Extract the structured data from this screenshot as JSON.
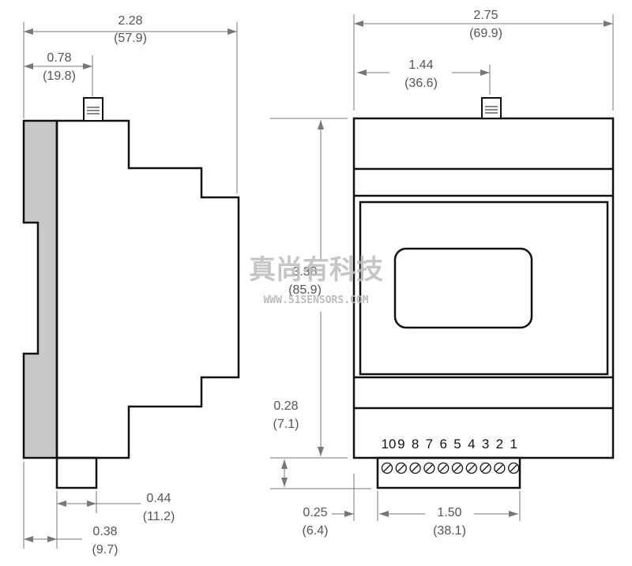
{
  "side_view": {
    "overall_width": {
      "in": "2.28",
      "mm": "(57.9)"
    },
    "front_depth": {
      "in": "0.78",
      "mm": "(19.8)"
    },
    "terminal_depth": {
      "in": "0.44",
      "mm": "(11.2)"
    },
    "rail_depth": {
      "in": "0.38",
      "mm": "(9.7)"
    }
  },
  "front_view": {
    "overall_width": {
      "in": "2.75",
      "mm": "(69.9)"
    },
    "connector_offset": {
      "in": "1.44",
      "mm": "(36.6)"
    },
    "height": {
      "in": "3.38",
      "mm": "(85.9)"
    },
    "terminal_height": {
      "in": "0.28",
      "mm": "(7.1)"
    },
    "terminal_offset": {
      "in": "0.25",
      "mm": "(6.4)"
    },
    "terminal_width": {
      "in": "1.50",
      "mm": "(38.1)"
    },
    "terminal_labels": [
      "10",
      "9",
      "8",
      "7",
      "6",
      "5",
      "4",
      "3",
      "2",
      "1"
    ]
  },
  "watermark": {
    "chinese": "真尚有科技",
    "url": "WWW.51SENSORS.COM"
  },
  "colors": {
    "outline": "#111111",
    "dimension": "#777777",
    "din_rail": "#c8c8c8"
  }
}
